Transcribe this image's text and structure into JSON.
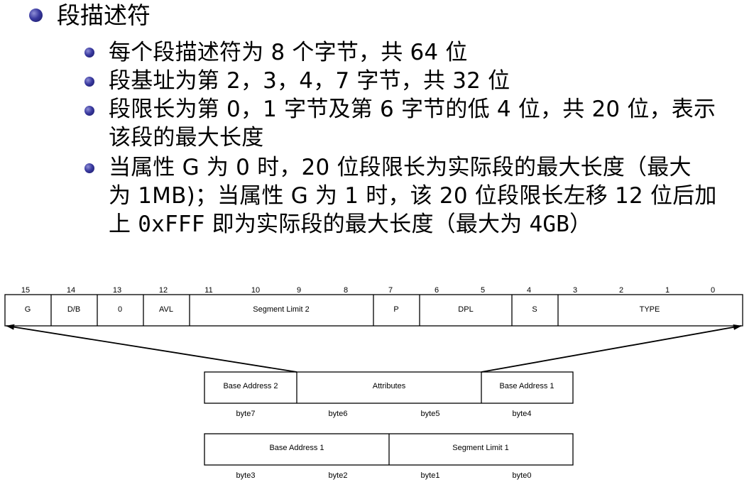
{
  "title": "段描述符",
  "bullets": [
    {
      "lines": [
        "每个段描述符为 8 个字节，共 64 位"
      ]
    },
    {
      "lines": [
        "段基址为第 2，3，4，7 字节，共 32 位"
      ]
    },
    {
      "lines": [
        "段限长为第 0，1 字节及第 6 字节的低 4 位，共 20 位，表示",
        "该段的最大长度"
      ]
    },
    {
      "lines": [
        "当属性 G 为 0 时，20 位段限长为实际段的最大长度（最大",
        "为 1MB)；当属性 G 为 1 时，该 20 位段限长左移 12 位后加"
      ],
      "last_line": {
        "pre": "上 ",
        "code1": "0xFFF",
        "mid": " 即为实际段的最大长度（最大为 ",
        "code2": "4GB",
        "post": "）"
      }
    }
  ],
  "diagram": {
    "bit_numbers": [
      "15",
      "14",
      "13",
      "12",
      "11",
      "10",
      "9",
      "8",
      "7",
      "6",
      "5",
      "4",
      "3",
      "2",
      "1",
      "0"
    ],
    "attr_fields": [
      "G",
      "D/B",
      "0",
      "AVL",
      "Segment Limit 2",
      "P",
      "DPL",
      "S",
      "TYPE"
    ],
    "upper_fields": [
      "Base Address 2",
      "Attributes",
      "Base Address 1"
    ],
    "upper_bytes": [
      "byte7",
      "byte6",
      "byte5",
      "byte4"
    ],
    "lower_fields": [
      "Base Address 1",
      "Segment Limit 1"
    ],
    "lower_bytes": [
      "byte3",
      "byte2",
      "byte1",
      "byte0"
    ]
  }
}
